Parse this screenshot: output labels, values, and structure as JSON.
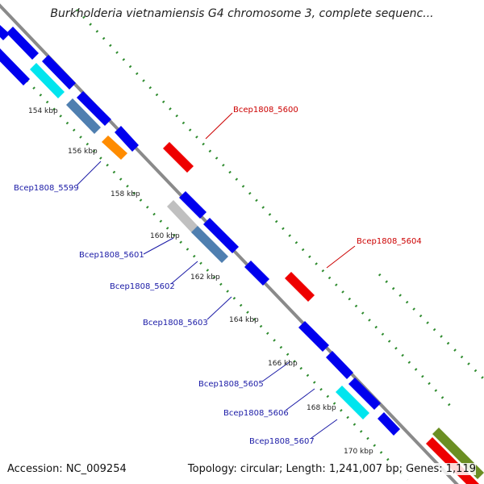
{
  "title": "Burkholderia vietnamiensis G4 chromosome 3, complete sequenc...",
  "footer": {
    "accession": "Accession: NC_009254",
    "summary": "Topology: circular; Length: 1,241,007 bp; Genes: 1,119"
  },
  "colors": {
    "backbone": "#8a8a8a",
    "tick": "#2e8b2e",
    "label_forward": "#1a1aa6",
    "label_reverse": "#cc0000",
    "cds": "#0000ee",
    "cds_alt": "#00e5ee",
    "cds_steel": "#4f7fb0",
    "cds_orange": "#ff8c00",
    "cds_grey": "#c0c0c0",
    "cds_red": "#ee0000",
    "cds_olive": "#6b8e23"
  },
  "ticks": [
    "154 kbp",
    "156 kbp",
    "158 kbp",
    "160 kbp",
    "162 kbp",
    "164 kbp",
    "166 kbp",
    "168 kbp",
    "170 kbp"
  ],
  "labels_forward": [
    "Bcep1808_5599",
    "Bcep1808_5601",
    "Bcep1808_5602",
    "Bcep1808_5603",
    "Bcep1808_5605",
    "Bcep1808_5606",
    "Bcep1808_5607"
  ],
  "labels_reverse": [
    "Bcep1808_5600",
    "Bcep1808_5604"
  ]
}
